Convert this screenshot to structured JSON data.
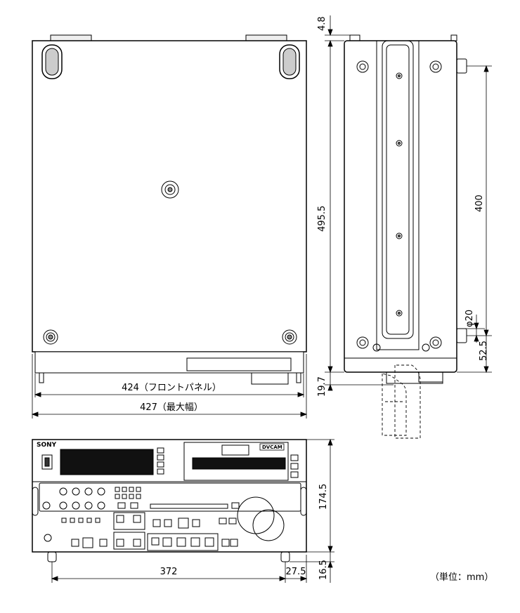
{
  "dimensions": {
    "top_small_offset": "4.8",
    "height_depth": "495.5",
    "mount_span": "400",
    "hole_diameter": "φ20",
    "bottom_offset": "52.5",
    "handle_offset": "19.7",
    "front_panel_width": "424（フロントパネル）",
    "max_width": "427（最大幅）",
    "front_height": "174.5",
    "foot_span": "372",
    "foot_offset": "27.5",
    "foot_height": "16.5"
  },
  "front_panel": {
    "brand": "SONY",
    "format_badge": "DVCAM"
  },
  "unit_note": "（単位：mm）"
}
